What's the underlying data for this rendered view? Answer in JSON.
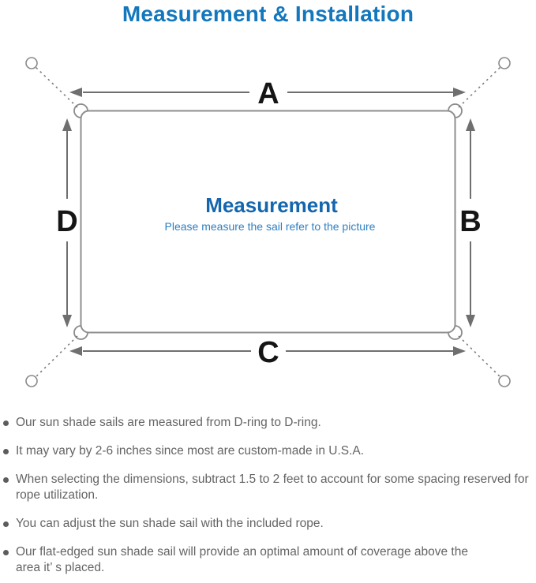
{
  "title": "Measurement & Installation",
  "diagram": {
    "center_title": "Measurement",
    "center_subtitle": "Please measure the sail refer to the picture",
    "labels": {
      "top": "A",
      "right": "B",
      "bottom": "C",
      "left": "D"
    }
  },
  "notes": [
    "Our sun shade sails are measured from D-ring to D-ring.",
    "It may vary by 2-6 inches since most are custom-made in U.S.A.",
    "When selecting the dimensions, subtract 1.5 to 2 feet to account for some spacing reserved for rope utilization.",
    "You can adjust the sun shade sail with the included rope.",
    "Our flat-edged sun shade sail will provide an optimal amount of coverage above the area it’ s placed."
  ],
  "colors": {
    "accent_blue": "#1377BD",
    "center_blue": "#1466AE",
    "subtitle_blue": "#2E7FC2",
    "line_gray": "#8f8f8f",
    "arrow_gray": "#6f6f6f",
    "text_gray": "#646464"
  }
}
